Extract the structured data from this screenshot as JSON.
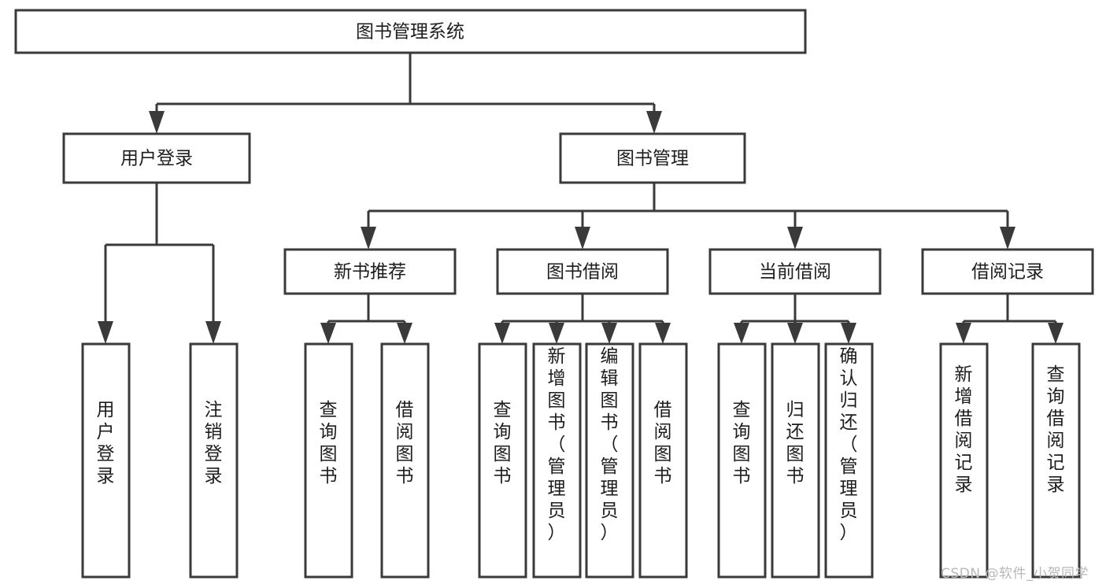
{
  "diagram": {
    "type": "tree",
    "title": "图书管理系统",
    "watermark": "CSDN @软件_小贺同学",
    "colors": {
      "stroke": "#3a3a3a",
      "box_fill": "#ffffff",
      "text": "#1d1d1d",
      "background": "#ffffff",
      "watermark": "#b8b8b8"
    },
    "levels": [
      {
        "level": 0,
        "nodes": [
          {
            "id": "root",
            "label": "图书管理系统",
            "orientation": "horizontal"
          }
        ]
      },
      {
        "level": 1,
        "nodes": [
          {
            "id": "login",
            "label": "用户登录",
            "orientation": "horizontal",
            "parent": "root"
          },
          {
            "id": "bookmgmt",
            "label": "图书管理",
            "orientation": "horizontal",
            "parent": "root"
          }
        ]
      },
      {
        "level": 2,
        "nodes": [
          {
            "id": "newbook",
            "label": "新书推荐",
            "orientation": "horizontal",
            "parent": "bookmgmt"
          },
          {
            "id": "borrow",
            "label": "图书借阅",
            "orientation": "horizontal",
            "parent": "bookmgmt"
          },
          {
            "id": "current",
            "label": "当前借阅",
            "orientation": "horizontal",
            "parent": "bookmgmt"
          },
          {
            "id": "records",
            "label": "借阅记录",
            "orientation": "horizontal",
            "parent": "bookmgmt"
          }
        ]
      },
      {
        "level": 3,
        "nodes": [
          {
            "id": "leaf-1",
            "label": "用户登录",
            "orientation": "vertical",
            "parent": "login"
          },
          {
            "id": "leaf-2",
            "label": "注销登录",
            "orientation": "vertical",
            "parent": "login"
          },
          {
            "id": "leaf-3",
            "label": "查询图书",
            "orientation": "vertical",
            "parent": "newbook"
          },
          {
            "id": "leaf-4",
            "label": "借阅图书",
            "orientation": "vertical",
            "parent": "newbook"
          },
          {
            "id": "leaf-5",
            "label": "查询图书",
            "orientation": "vertical",
            "parent": "borrow"
          },
          {
            "id": "leaf-6",
            "label": "新增图书（管理员）",
            "orientation": "vertical",
            "parent": "borrow"
          },
          {
            "id": "leaf-7",
            "label": "编辑图书（管理员）",
            "orientation": "vertical",
            "parent": "borrow"
          },
          {
            "id": "leaf-8",
            "label": "借阅图书",
            "orientation": "vertical",
            "parent": "borrow"
          },
          {
            "id": "leaf-9",
            "label": "查询图书",
            "orientation": "vertical",
            "parent": "current"
          },
          {
            "id": "leaf-10",
            "label": "归还图书",
            "orientation": "vertical",
            "parent": "current"
          },
          {
            "id": "leaf-11",
            "label": "确认归还（管理员）",
            "orientation": "vertical",
            "parent": "current"
          },
          {
            "id": "leaf-12",
            "label": "新增借阅记录",
            "orientation": "vertical",
            "parent": "records"
          },
          {
            "id": "leaf-13",
            "label": "查询借阅记录",
            "orientation": "vertical",
            "parent": "records"
          }
        ]
      }
    ]
  }
}
